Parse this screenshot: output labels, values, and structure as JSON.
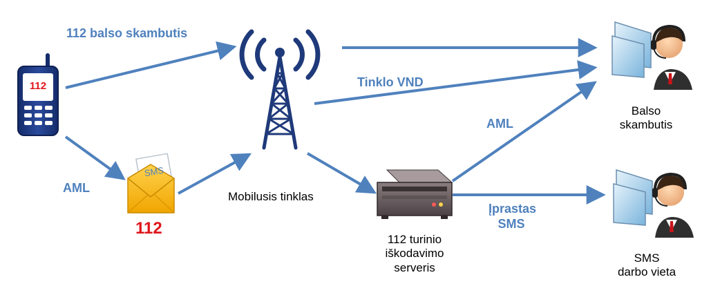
{
  "labels": {
    "voice_call_top": "112 balso skambutis",
    "network_vnd": "Tinklo VND",
    "aml_left": "AML",
    "aml_right": "AML",
    "regular_sms_line1": "Įprastas",
    "regular_sms_line2": "SMS",
    "mobile_network": "Mobilusis tinklas",
    "sms_112": "112",
    "server_line1": "112 turinio",
    "server_line2": "iškodavimo",
    "server_line3": "serveris",
    "voice_station_line1": "Balso",
    "voice_station_line2": "skambutis",
    "sms_station_line1": "SMS",
    "sms_station_line2": "darbo vieta"
  },
  "icons": {
    "phone_screen_text": "112",
    "envelope_sms_text": "SMS"
  },
  "colors": {
    "arrow": "#4f81bd",
    "label_blue": "#4f81bd",
    "accent_red": "#e0161b",
    "tower_navy": "#1f3a7a"
  }
}
